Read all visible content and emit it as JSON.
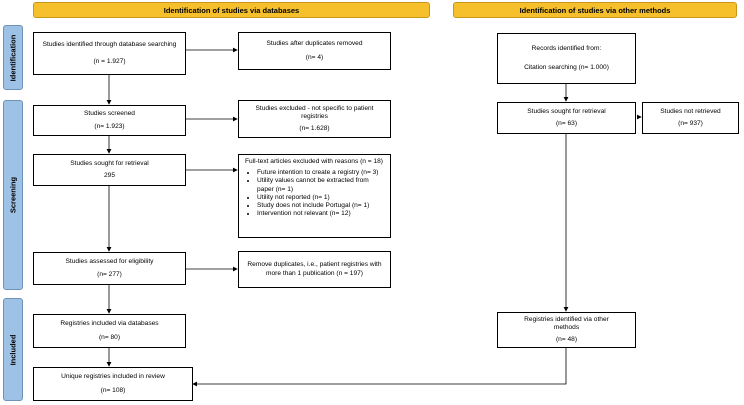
{
  "headers": {
    "databases": "Identification of studies via databases",
    "other": "Identification of studies via other methods"
  },
  "phases": {
    "identification": "Identification",
    "screening": "Screening",
    "included": "Included"
  },
  "db": {
    "identified": {
      "label": "Studies identified through database searching",
      "n": "(n = 1.927)"
    },
    "after_duplicates": {
      "label": "Studies after duplicates removed",
      "n": "(n= 4)"
    },
    "screened": {
      "label": "Studies screened",
      "n": "(n= 1.923)"
    },
    "excluded": {
      "label": "Studies excluded - not specific to patient registries",
      "n": "(n= 1.628)"
    },
    "sought": {
      "label": "Studies sought for retrieval",
      "n": "295"
    },
    "fulltext_excluded": {
      "title": "Full-text articles excluded with reasons (n = 18)",
      "reasons": [
        "Future intention to create a registry (n= 3)",
        "Utility values cannot be extracted from paper (n= 1)",
        "Utility not reported (n= 1)",
        "Study does not include Portugal (n= 1)",
        "Intervention not relevant (n= 12)"
      ]
    },
    "assessed": {
      "label": "Studies assessed for eligibility",
      "n": "(n= 277)"
    },
    "remove_duplicates": {
      "label": "Remove duplicates, i.e., patient registries with more than 1 publication (n = 197)"
    },
    "included_db": {
      "label": "Registries included via databases",
      "n": "(n= 80)"
    },
    "unique": {
      "label": "Unique registries included in review",
      "n": "(n= 108)"
    }
  },
  "other": {
    "records": {
      "label": "Records identified from:",
      "sub": "Citation searching (n= 1.000)"
    },
    "sought": {
      "label": "Studies sought for retrieval",
      "n": "(n= 63)"
    },
    "not_retrieved": {
      "label": "Studies not retrieved",
      "n": "(n= 937)"
    },
    "identified": {
      "label": "Registries identified via other methods",
      "n": "(n= 48)"
    }
  }
}
